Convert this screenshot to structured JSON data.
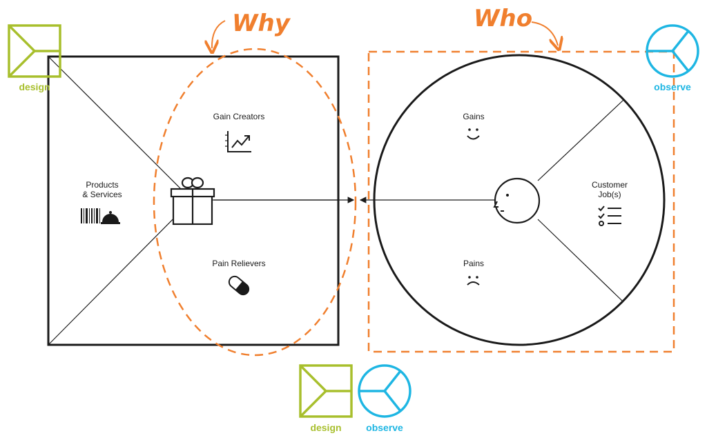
{
  "annotations": {
    "why": "Why",
    "who": "Who"
  },
  "value_map": {
    "products_services_line1": "Products",
    "products_services_line2": "& Services",
    "gain_creators": "Gain Creators",
    "pain_relievers": "Pain Relievers"
  },
  "customer_profile": {
    "gains": "Gains",
    "pains": "Pains",
    "customer_jobs_line1": "Customer",
    "customer_jobs_line2": "Job(s)"
  },
  "badges": {
    "design_label": "design",
    "observe_label": "observe"
  },
  "colors": {
    "design_green": "#a8bf2d",
    "observe_blue": "#1eb6e3",
    "annotation_orange": "#f07f2e",
    "outline": "#1a1a1a"
  }
}
